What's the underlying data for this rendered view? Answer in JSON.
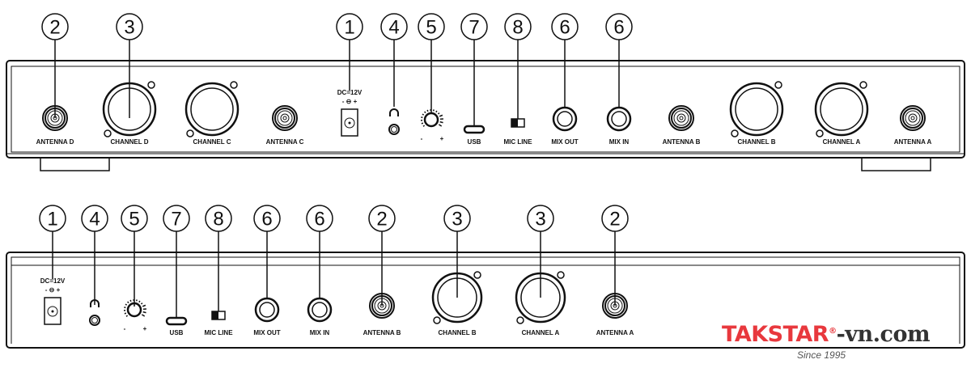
{
  "top_panel": {
    "components": [
      {
        "type": "antenna",
        "label": "ANTENNA D",
        "callout": "2"
      },
      {
        "type": "xlr",
        "label": "CHANNEL D",
        "callout": "3"
      },
      {
        "type": "xlr",
        "label": "CHANNEL C",
        "callout": null
      },
      {
        "type": "antenna",
        "label": "ANTENNA C",
        "callout": null
      },
      {
        "type": "dc",
        "label": "DC=12V",
        "polarity": "- ⊖ +",
        "callout": "1"
      },
      {
        "type": "headphone",
        "label": "",
        "callout": "4"
      },
      {
        "type": "knob",
        "label": "",
        "minus": "-",
        "plus": "+",
        "callout": "5"
      },
      {
        "type": "usb",
        "label": "USB",
        "callout": "7"
      },
      {
        "type": "switch",
        "label": "MIC  LINE",
        "callout": "8"
      },
      {
        "type": "jack",
        "label": "MIX OUT",
        "callout": "6"
      },
      {
        "type": "jack",
        "label": "MIX IN",
        "callout": "6"
      },
      {
        "type": "antenna",
        "label": "ANTENNA B",
        "callout": null
      },
      {
        "type": "xlr",
        "label": "CHANNEL B",
        "callout": null
      },
      {
        "type": "xlr",
        "label": "CHANNEL A",
        "callout": null
      },
      {
        "type": "antenna",
        "label": "ANTENNA A",
        "callout": null
      }
    ]
  },
  "bottom_panel": {
    "components": [
      {
        "type": "dc",
        "label": "DC=12V",
        "polarity": "- ⊖ +",
        "callout": "1"
      },
      {
        "type": "headphone",
        "label": "",
        "callout": "4"
      },
      {
        "type": "knob",
        "label": "",
        "minus": "-",
        "plus": "+",
        "callout": "5"
      },
      {
        "type": "usb",
        "label": "USB",
        "callout": "7"
      },
      {
        "type": "switch",
        "label": "MIC  LINE",
        "callout": "8"
      },
      {
        "type": "jack",
        "label": "MIX OUT",
        "callout": "6"
      },
      {
        "type": "jack",
        "label": "MIX IN",
        "callout": "6"
      },
      {
        "type": "antenna",
        "label": "ANTENNA B",
        "callout": "2"
      },
      {
        "type": "xlr",
        "label": "CHANNEL B",
        "callout": "3"
      },
      {
        "type": "xlr",
        "label": "CHANNEL A",
        "callout": "3"
      },
      {
        "type": "antenna",
        "label": "ANTENNA  A",
        "callout": "2"
      }
    ]
  },
  "watermark": {
    "brand": "TAKSTAR",
    "registered": "®",
    "domain": "-vn.com",
    "tagline": "Since 1995",
    "brand_color": "#e8383d"
  }
}
